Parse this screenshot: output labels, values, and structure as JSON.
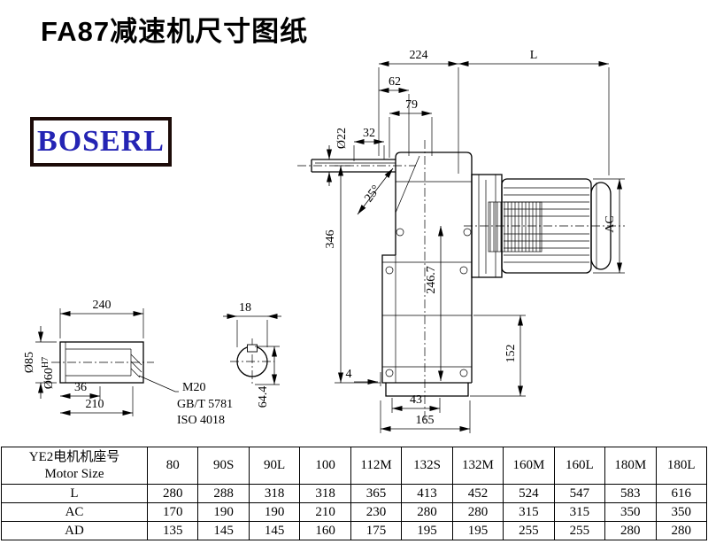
{
  "title": "FA87减速机尺寸图纸",
  "logo": "BOSERL",
  "drawing": {
    "dims": {
      "d224": "224",
      "L": "L",
      "d62": "62",
      "d79": "79",
      "d32": "32",
      "dia22": "Ø22",
      "ang25": "25°",
      "d346": "346",
      "d2467": "246.7",
      "ac": "AC",
      "d152": "152",
      "d4": "4",
      "d43": "43",
      "d165": "165",
      "d644": "64.4",
      "d18": "18",
      "d240": "240",
      "dia85": "Ø85",
      "dia60": "Ø60",
      "h7": "H7",
      "d36": "36",
      "d210": "210",
      "m20": "M20",
      "gbt": "GB/T 5781",
      "iso": "ISO 4018"
    }
  },
  "table": {
    "header_cn": "YE2电机机座号",
    "header_en": "Motor Size",
    "sizes": [
      "80",
      "90S",
      "90L",
      "100",
      "112M",
      "132S",
      "132M",
      "160M",
      "160L",
      "180M",
      "180L"
    ],
    "rows": [
      {
        "label": "L",
        "values": [
          "280",
          "288",
          "318",
          "318",
          "365",
          "413",
          "452",
          "524",
          "547",
          "583",
          "616"
        ]
      },
      {
        "label": "AC",
        "values": [
          "170",
          "190",
          "190",
          "210",
          "230",
          "280",
          "280",
          "315",
          "315",
          "350",
          "350"
        ]
      },
      {
        "label": "AD",
        "values": [
          "135",
          "145",
          "145",
          "160",
          "175",
          "195",
          "195",
          "255",
          "255",
          "280",
          "280"
        ]
      }
    ]
  }
}
